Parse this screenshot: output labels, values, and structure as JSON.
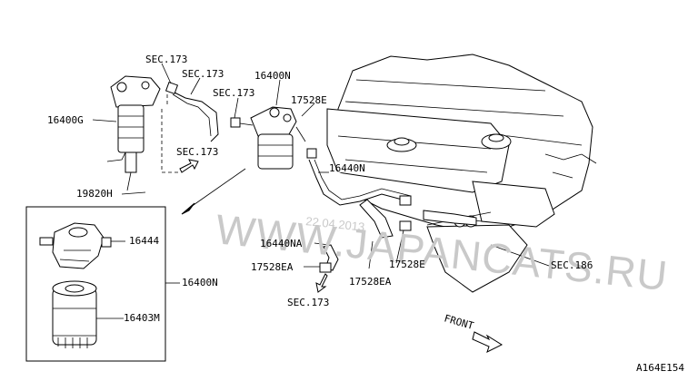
{
  "watermark": "WWW.JAPANCATS.RU",
  "stamp_date": "22.04.2013",
  "diagram_code": "A164E154",
  "front_label": "FRONT",
  "labels": {
    "sec173_top": "SEC.173",
    "sec173_hose": "SEC.173",
    "sec173_mid": "SEC.173",
    "sec173_arrow": "SEC.173",
    "sec173_bottom": "SEC.173",
    "p16400N_top": "16400N",
    "p17528E_top": "17528E",
    "p16400G": "16400G",
    "p16440N": "16440N",
    "p19820H": "19820H",
    "p16444": "16444",
    "p16400N_box": "16400N",
    "p16403M": "16403M",
    "p16440NA": "16440NA",
    "p17528EA_left": "17528EA",
    "p17528EA_right": "17528EA",
    "p17528E_bottom": "17528E",
    "sec186": "SEC.186"
  }
}
